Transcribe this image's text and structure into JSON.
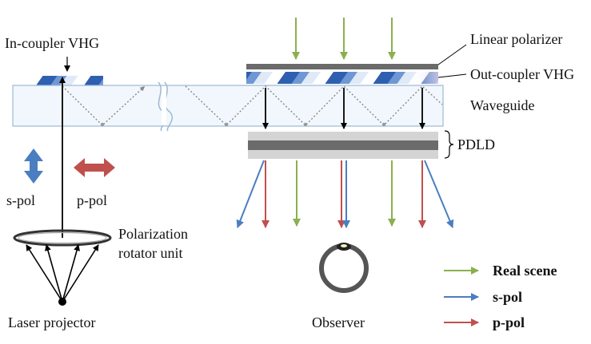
{
  "labels": {
    "in_coupler": "In-coupler VHG",
    "linear_polarizer": "Linear polarizer",
    "out_coupler": "Out-coupler VHG",
    "waveguide": "Waveguide",
    "pdld": "PDLD",
    "s_pol": "s-pol",
    "p_pol": "p-pol",
    "rotator_line1": "Polarization",
    "rotator_line2": "rotator unit",
    "laser": "Laser projector",
    "observer": "Observer"
  },
  "legend": [
    {
      "label": "Real scene",
      "color": "#8ab04f"
    },
    {
      "label": "s-pol",
      "color": "#4a7ec0"
    },
    {
      "label": "p-pol",
      "color": "#c0504d"
    }
  ],
  "colors": {
    "green": "#8ab04f",
    "blue": "#4a7ec0",
    "red": "#c0504d",
    "waveguide_fill": "#f1f7fc",
    "waveguide_stroke": "#9db9d6",
    "dark_gray": "#6b6b6b",
    "light_gray": "#d4d4d4"
  }
}
